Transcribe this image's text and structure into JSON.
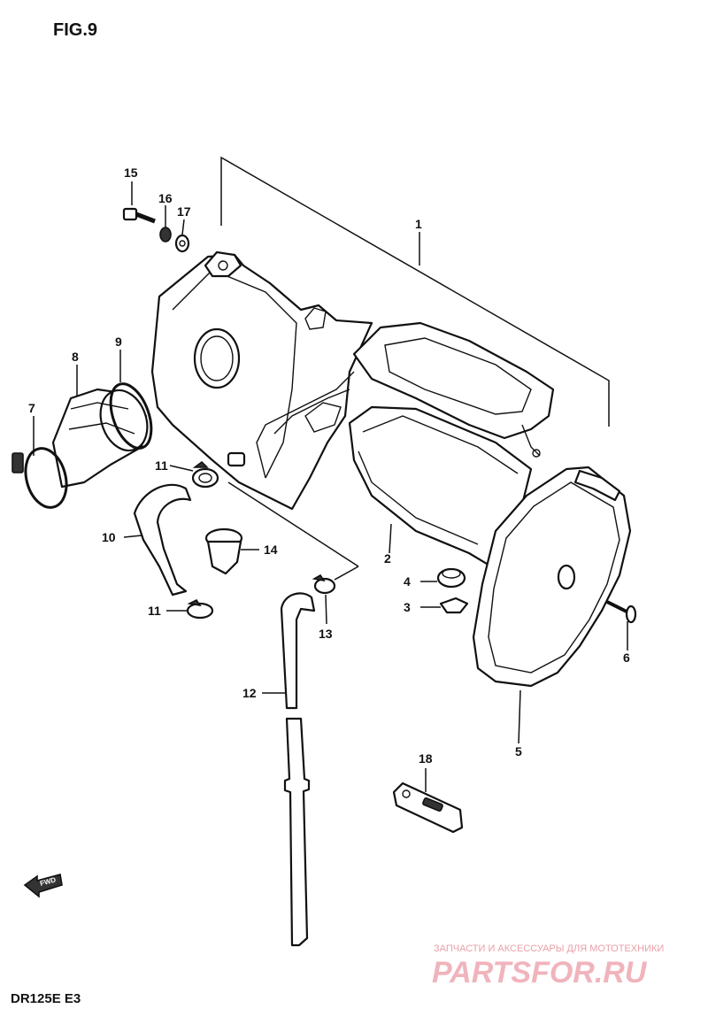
{
  "figure_label": "FIG.9",
  "model_code": "DR125E  E3",
  "fwd_label": "FWD",
  "watermark": {
    "tagline": "ЗАПЧАСТИ И АКСЕССУАРЫ ДЛЯ МОТОТЕХНИКИ",
    "brand": "PARTSFOR.RU"
  },
  "callouts": {
    "c1": "1",
    "c2": "2",
    "c3": "3",
    "c4": "4",
    "c5": "5",
    "c6": "6",
    "c7": "7",
    "c8": "8",
    "c9": "9",
    "c10": "10",
    "c11a": "11",
    "c11b": "11",
    "c12": "12",
    "c13": "13",
    "c14": "14",
    "c15": "15",
    "c16": "16",
    "c17": "17",
    "c18": "18"
  }
}
